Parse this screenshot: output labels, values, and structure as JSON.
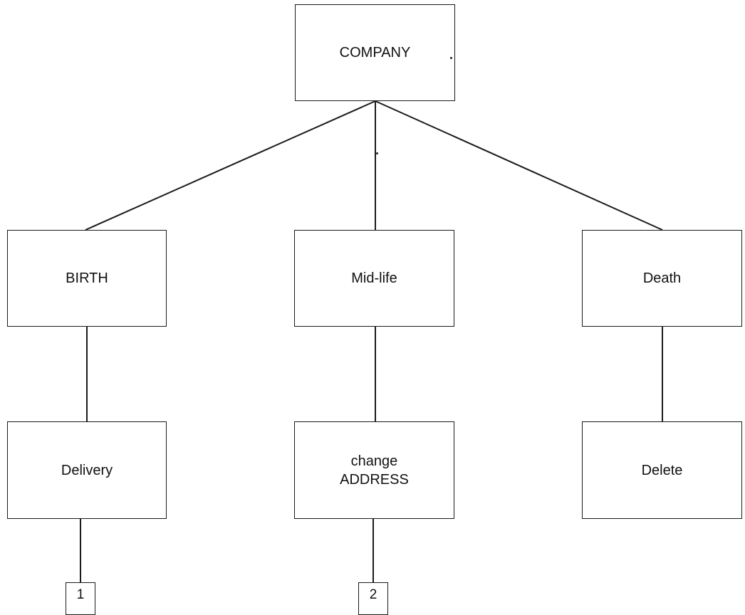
{
  "diagram": {
    "root": {
      "label": "COMPANY"
    },
    "stages": [
      {
        "label": "BIRTH"
      },
      {
        "label": "Mid-life"
      },
      {
        "label": "Death"
      }
    ],
    "actions": [
      {
        "label": "Delivery"
      },
      {
        "label": "change\nADDRESS"
      },
      {
        "label": "Delete"
      }
    ],
    "connectors": [
      {
        "label": "1"
      },
      {
        "label": "2"
      }
    ]
  }
}
